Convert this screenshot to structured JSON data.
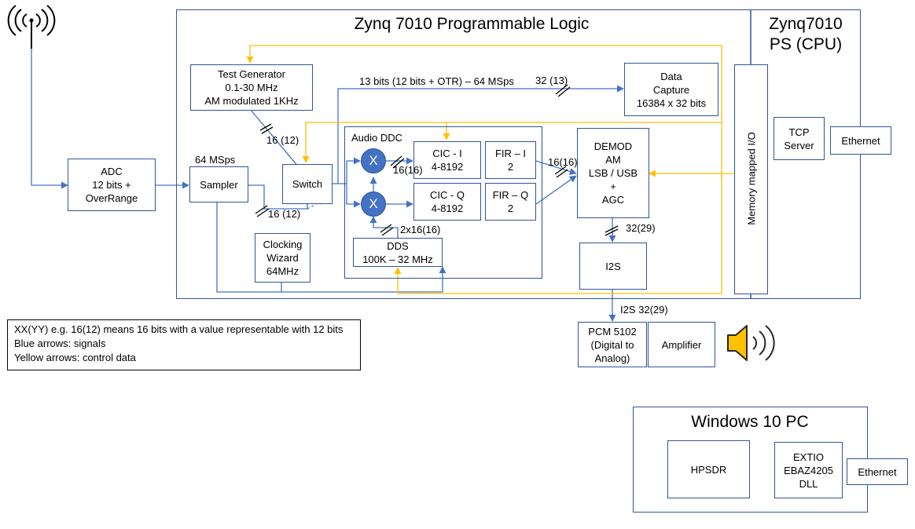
{
  "regions": {
    "pl_title": "Zynq 7010 Programmable Logic",
    "ps_title": "Zynq7010\nPS (CPU)",
    "pc_title": "Windows 10 PC",
    "audio_ddc_title": "Audio DDC"
  },
  "blocks": {
    "adc": "ADC\n12 bits +\nOverRange",
    "sampler": "Sampler",
    "test_generator": "Test Generator\n0.1-30 MHz\nAM modulated 1KHz",
    "switch": "Switch",
    "clocking_wizard": "Clocking\nWizard\n64MHz",
    "cic_i": "CIC - I\n4-8192",
    "cic_q": "CIC - Q\n4-8192",
    "fir_i": "FIR – I\n2",
    "fir_q": "FIR – Q\n2",
    "dds": "DDS\n100K – 32 MHz",
    "demod": "DEMOD\nAM\nLSB / USB\n+\nAGC",
    "data_capture": "Data\nCapture\n16384 x 32 bits",
    "i2s": "I2S",
    "pcm": "PCM 5102\n(Digital to\nAnalog)",
    "amplifier": "Amplifier",
    "tcp_server": "TCP\nServer",
    "ethernet_ps": "Ethernet",
    "hpsdr": "HPSDR",
    "extio": "EXTIO\nEBAZ4205\nDLL",
    "ethernet_pc": "Ethernet",
    "memory_io": "Memory mapped I/O",
    "mixer_i": "X",
    "mixer_q": "X"
  },
  "labels": {
    "sample_rate": "64 MSps",
    "bus_13bits": "13 bits (12 bits + OTR) – 64 MSps",
    "bus_32_13": "32 (13)",
    "testgen_bus": "16 (12)",
    "sampler_bus": "16 (12)",
    "mixer_bus": "16(16)",
    "fir_bus": "16(16)",
    "dds_bus": "2x16(16)",
    "demod_bus": "32(29)",
    "i2s_bus": "I2S 32(29)"
  },
  "legend": {
    "lines": [
      "XX(YY) e.g. 16(12) means 16 bits with a value representable with 12 bits",
      "Blue arrows: signals",
      "Yellow arrows: control data"
    ]
  },
  "colors": {
    "signal": "#4472c4",
    "control": "#ffc000",
    "border": "#2f5597"
  },
  "icons": [
    "antenna-icon",
    "speaker-icon"
  ]
}
